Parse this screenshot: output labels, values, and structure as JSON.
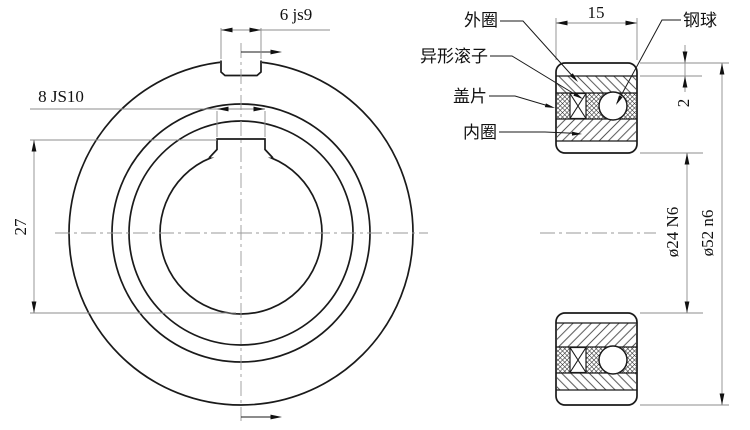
{
  "front_view": {
    "dims": {
      "outer_keyway_width": "6 js9",
      "bore_keyway_width": "8 JS10",
      "keyway_height": "27"
    }
  },
  "section_view": {
    "labels": {
      "outer_ring": "外圈",
      "shaped_roller": "异形滚子",
      "cover_plate": "盖片",
      "inner_ring": "内圈",
      "steel_ball": "钢球"
    },
    "dims": {
      "width": "15",
      "edge_gap": "2",
      "bore_dia": "ø24 N6",
      "outer_dia": "ø52 n6"
    }
  },
  "colors": {
    "outline": "#1a1a1a",
    "hatch": "#2a2a2a",
    "dimension_line": "#8c8c8c",
    "background": "#ffffff"
  }
}
